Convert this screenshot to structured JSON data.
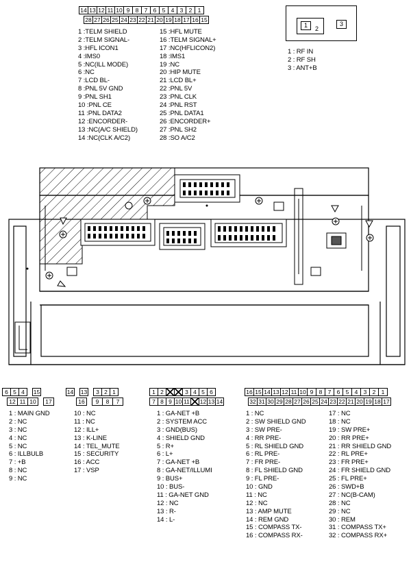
{
  "connA": {
    "top_pins": [
      "14",
      "13",
      "12",
      "11",
      "10",
      "9",
      "8",
      "7",
      "6",
      "5",
      "4",
      "3",
      "2",
      "1"
    ],
    "bottom_pins": [
      "28",
      "27",
      "26",
      "25",
      "24",
      "23",
      "22",
      "21",
      "20",
      "19",
      "18",
      "17",
      "16",
      "15"
    ],
    "col1": [
      "1 :TELM SHIELD",
      "2 :TELM SIGNAL-",
      "3 :HFL ICON1",
      "4 :IMS0",
      "5 :NC(ILL MODE)",
      "6 :NC",
      "7 :LCD BL-",
      "8 :PNL 5V GND",
      "9 :PNL SH1",
      "10 :PNL CE",
      "11 :PNL DATA2",
      "12 :ENCORDER-",
      "13 :NC(A/C SHIELD)",
      "14 :NC(CLK A/C2)"
    ],
    "col2": [
      "15 :HFL MUTE",
      "16 :TELM SIGNAL+",
      "17 :NC(HFLICON2)",
      "18 :IMS1",
      "19 :NC",
      "20 :HIP MUTE",
      "21 :LCD BL+",
      "22 :PNL 5V",
      "23 :PNL CLK",
      "24 :PNL RST",
      "25 :PNL DATA1",
      "26 :ENCORDER+",
      "27 :PNL SH2",
      "28 :SO A/C2"
    ]
  },
  "connRF": {
    "pins": [
      "1",
      "2",
      "3"
    ],
    "list": [
      "1 : RF IN",
      "2 : RF SH",
      "3 : ANT+B"
    ]
  },
  "connB": {
    "top_pins": [
      "6",
      "5",
      "4",
      "15"
    ],
    "bottom_pins": [
      "12",
      "11",
      "10",
      "17"
    ],
    "col1": [
      "1 : MAIN GND",
      "2 : NC",
      "3 : NC",
      "4 : NC",
      "5 : NC",
      "6 : ILLBULB",
      "7 : +B",
      "8 : NC",
      "9 : NC"
    ],
    "col2": [
      "10 : NC",
      "11 : NC",
      "12 : ILL+",
      "13 : K-LINE",
      "14 : TEL_MUTE",
      "15 : SECURITY",
      "16 : ACC",
      "17 : VSP"
    ]
  },
  "connC": {
    "top_pins": [
      "14",
      "13",
      "3",
      "2",
      "1"
    ],
    "bottom_pins": [
      "16",
      "9",
      "8",
      "7"
    ],
    "note": ""
  },
  "connD": {
    "top_pins": [
      "1",
      "2",
      "",
      "",
      "3",
      "4",
      "5",
      "6"
    ],
    "bottom_pins": [
      "7",
      "8",
      "9",
      "10",
      "11",
      "",
      "12",
      "13",
      "14"
    ],
    "col1": [
      "1 : GA-NET +B",
      "2 : SYSTEM ACC",
      "3 : GND(BUS)",
      "4 : SHIELD GND",
      "5 : R+",
      "6 : L+",
      "7 : GA-NET +B",
      "8 : GA-NET/ILLUMI",
      "9 : BUS+",
      "10 : BUS-",
      "11 : GA-NET GND",
      "12 : NC",
      "13 : R-",
      "14 : L-"
    ]
  },
  "connE": {
    "top_pins": [
      "16",
      "15",
      "14",
      "13",
      "12",
      "11",
      "10",
      "9",
      "8",
      "7",
      "6",
      "5",
      "4",
      "3",
      "2",
      "1"
    ],
    "bottom_pins": [
      "32",
      "31",
      "30",
      "29",
      "28",
      "27",
      "26",
      "25",
      "24",
      "23",
      "22",
      "21",
      "20",
      "19",
      "18",
      "17"
    ],
    "col1": [
      "1 : NC",
      "2 : SW SHIELD GND",
      "3 : SW PRE-",
      "4 : RR PRE-",
      "5 : RL SHIELD GND",
      "6 : RL PRE-",
      "7 : FR PRE-",
      "8 : FL SHIELD GND",
      "9 : FL PRE-",
      "10 : GND",
      "11 : NC",
      "12 : NC",
      "13 : AMP MUTE",
      "14 : REM GND",
      "15 : COMPASS TX-",
      "16 : COMPASS RX-"
    ],
    "col2": [
      "17 : NC",
      "18 : NC",
      "19 : SW PRE+",
      "20 : RR PRE+",
      "21 : RR SHIELD GND",
      "22 : RL PRE+",
      "23 : FR PRE+",
      "24 : FR SHIELD GND",
      "25 : FL PRE+",
      "26 : SWD+B",
      "27 : NC(B-CAM)",
      "28 : NC",
      "29 : NC",
      "30 : REM",
      "31 : COMPASS TX+",
      "32 : COMPASS RX+"
    ]
  }
}
